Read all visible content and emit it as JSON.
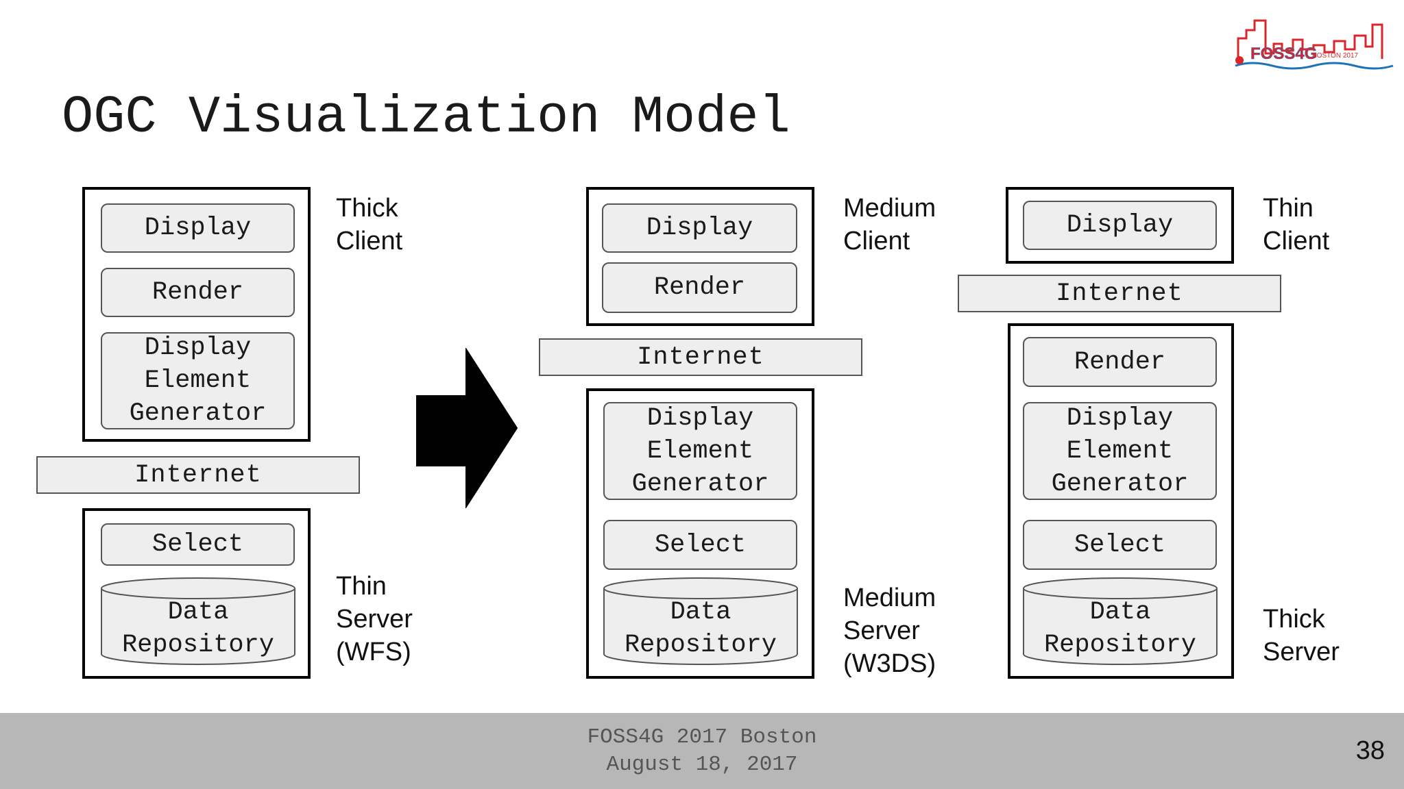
{
  "slide": {
    "title": "OGC Visualization Model",
    "logo_text": "FOSS4G",
    "logo_subtext": "BOSTON 2017",
    "footer_event": "FOSS4G 2017 Boston",
    "footer_date": "August 18, 2017",
    "page_number": "38"
  },
  "thick_client_model": {
    "client_label": "Thick\nClient",
    "server_label": "Thin\nServer\n(WFS)",
    "display": "Display",
    "render": "Render",
    "generator": "Display\nElement\nGenerator",
    "internet": "Internet",
    "select": "Select",
    "repository": "Data\nRepository"
  },
  "medium_client_model": {
    "client_label": "Medium\nClient",
    "server_label": "Medium\nServer\n(W3DS)",
    "display": "Display",
    "render": "Render",
    "internet": "Internet",
    "generator": "Display\nElement\nGenerator",
    "select": "Select",
    "repository": "Data\nRepository"
  },
  "thin_client_model": {
    "client_label": "Thin\nClient",
    "server_label": "Thick\nServer",
    "display": "Display",
    "internet": "Internet",
    "render": "Render",
    "generator": "Display\nElement\nGenerator",
    "select": "Select",
    "repository": "Data\nRepository"
  },
  "colors": {
    "box_fill": "#eeeeee",
    "footer_bg": "#b7b7b7",
    "logo_red": "#d8262b",
    "logo_blue": "#1d73b7"
  },
  "icons": [
    "right-arrow-icon",
    "boston-skyline-logo"
  ]
}
